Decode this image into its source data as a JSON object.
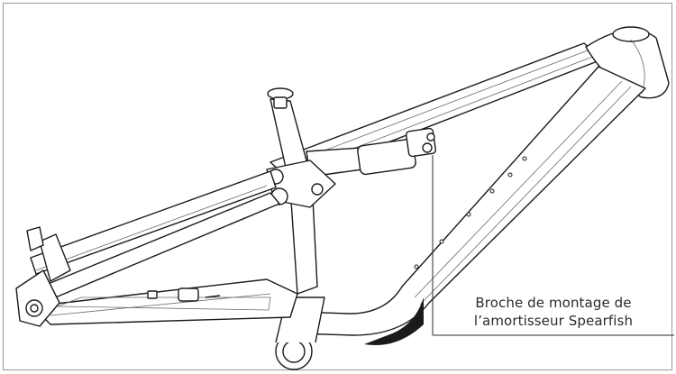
{
  "callout": {
    "line1": "Broche de montage de",
    "line2": "l’amortisseur Spearfish"
  },
  "icons": [
    "bike-frame-drawing",
    "shock-mount-pin"
  ],
  "colors": {
    "line": "#1a1a1a",
    "light_line": "#6a6a6a",
    "frame_border": "#9a9a9a",
    "fill": "#ffffff"
  }
}
